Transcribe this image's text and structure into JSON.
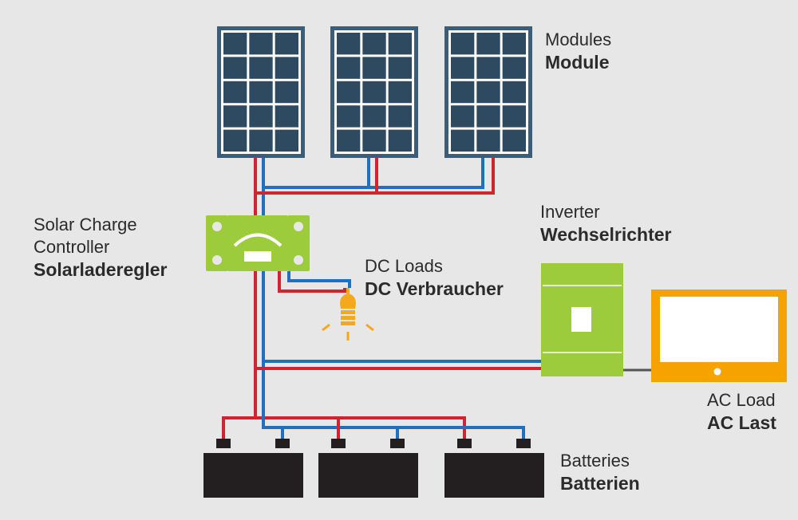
{
  "labels": {
    "modules": {
      "en": "Modules",
      "de": "Module"
    },
    "charge_controller": {
      "en_line1": "Solar Charge",
      "en_line2": "Controller",
      "de": "Solarladeregler"
    },
    "dc_loads": {
      "en": "DC Loads",
      "de": "DC Verbraucher"
    },
    "inverter": {
      "en": "Inverter",
      "de": "Wechselrichter"
    },
    "ac_load": {
      "en": "AC Load",
      "de": "AC Last"
    },
    "batteries": {
      "en": "Batteries",
      "de": "Batterien"
    }
  },
  "components": {
    "solar_panels": 3,
    "panel_cells": {
      "columns": 3,
      "rows": 5
    },
    "batteries": 3
  },
  "colors": {
    "background": "#e7e7e7",
    "positive_wire": "#d2232f",
    "negative_wire": "#1f70c1",
    "panel_frame": "#3b5d78",
    "panel_cell": "#2e4a60",
    "controller_inverter_green": "#9ccb3b",
    "bulb_orange": "#f4a91c",
    "monitor_orange": "#f6a200",
    "battery": "#231f20",
    "ac_cable": "#555555"
  },
  "icons": [
    "solar-panel-icon",
    "charge-controller-icon",
    "light-bulb-icon",
    "inverter-icon",
    "monitor-icon",
    "battery-icon"
  ]
}
